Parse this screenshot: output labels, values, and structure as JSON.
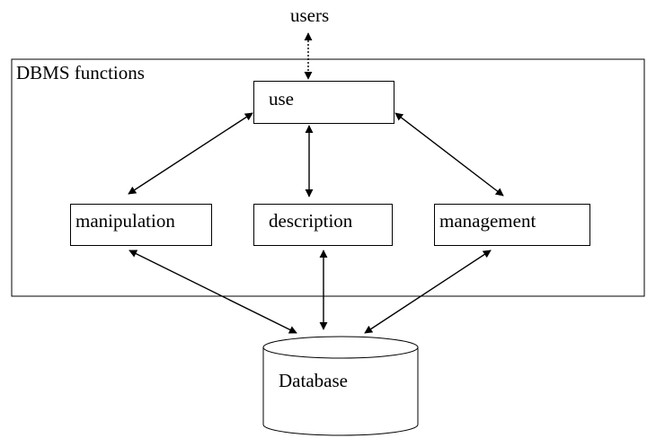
{
  "users_label": "users",
  "container_title": "DBMS functions",
  "nodes": {
    "use": "use",
    "manipulation": "manipulation",
    "description": "description",
    "management": "management",
    "database": "Database"
  },
  "colors": {
    "stroke": "#000000",
    "background": "#ffffff"
  }
}
